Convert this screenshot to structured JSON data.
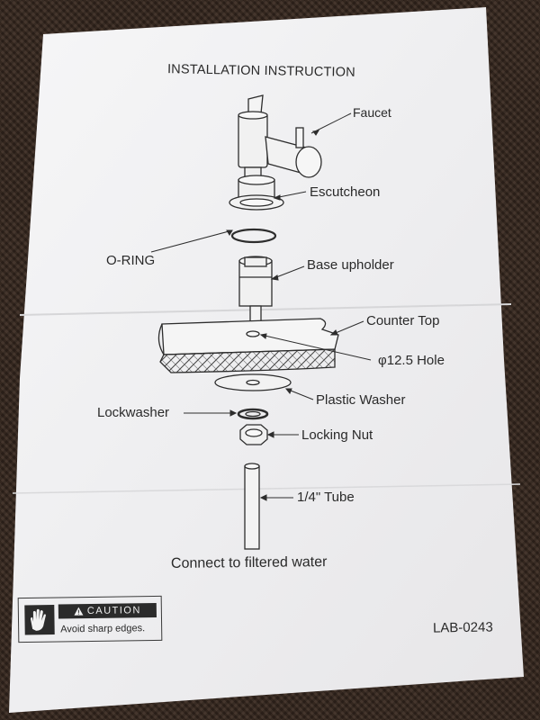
{
  "document": {
    "title": "INSTALLATION INSTRUCTION",
    "labels": {
      "faucet": "Faucet",
      "escutcheon": "Escutcheon",
      "o_ring": "O-RING",
      "base_upholder": "Base upholder",
      "counter_top": "Counter Top",
      "hole": "φ12.5 Hole",
      "plastic_washer": "Plastic Washer",
      "lockwasher": "Lockwasher",
      "locking_nut": "Locking Nut",
      "tube": "1/4\" Tube"
    },
    "instruction": "Connect to filtered water",
    "caution": {
      "header": "CAUTION",
      "text": "Avoid sharp edges.",
      "icons": [
        "hand-icon",
        "warning-triangle-icon"
      ]
    },
    "code": "LAB-0243"
  },
  "colors": {
    "paper": "#f3f2f3",
    "ink": "#2a2a2a",
    "background": "#3b2b22"
  }
}
